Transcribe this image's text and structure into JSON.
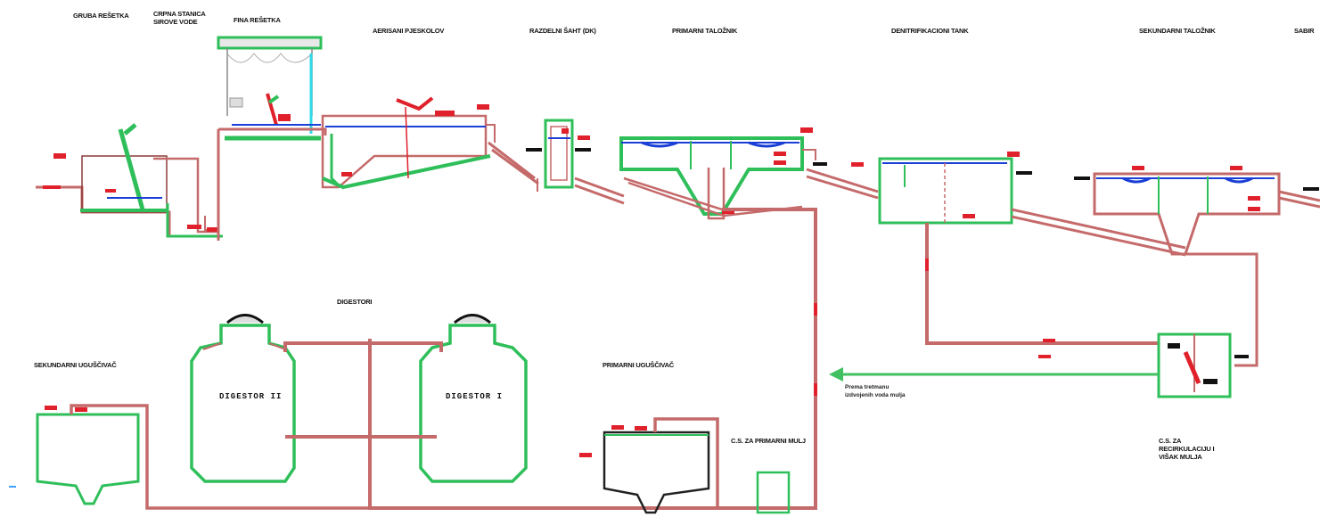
{
  "labels": {
    "gruba_resetka": "GRUBA REŠETKA",
    "crpna_stanica": "CRPNA STANICA SIROVE VODE",
    "fina_resetka": "FINA REŠETKA",
    "aerisani_pjeskolov": "AERISANI PJESKOLOV",
    "razdelni_saht": "RAZDELNI ŠAHT (DK)",
    "primarni_talozhnik": "PRIMARNI TALOŽNIK",
    "denitrifikacioni_tank": "DENITRIFIKACIONI TANK",
    "sekundarni_talozhnik": "SEKUNDARNI TALOŽNIK",
    "sabir": "SABIR",
    "digestori": "DIGESTORI",
    "digestor_2": "DIGESTOR II",
    "digestor_1": "DIGESTOR I",
    "sekundarni_uguscivac": "SEKUNDARNI UGUŠČIVAČ",
    "primarni_uguscivac": "PRIMARNI UGUŠČIVAČ",
    "cs_primarni_mulj": "C.S. ZA PRIMARNI MULJ",
    "cs_recirkulaciju": "C.S. ZA RECIRKULACIJU I VIŠAK MULJA",
    "prema_postrojenju": "Prema tretmanu izdvojenih voda mulja"
  },
  "colors": {
    "pipe": "#c56a6a",
    "pipe_dark": "#8c3a3a",
    "tank": "#2fbf5a",
    "water": "#1a3fd6",
    "marker": "#e0202a",
    "arrow": "#40c060",
    "cyan": "#30d8e8"
  }
}
